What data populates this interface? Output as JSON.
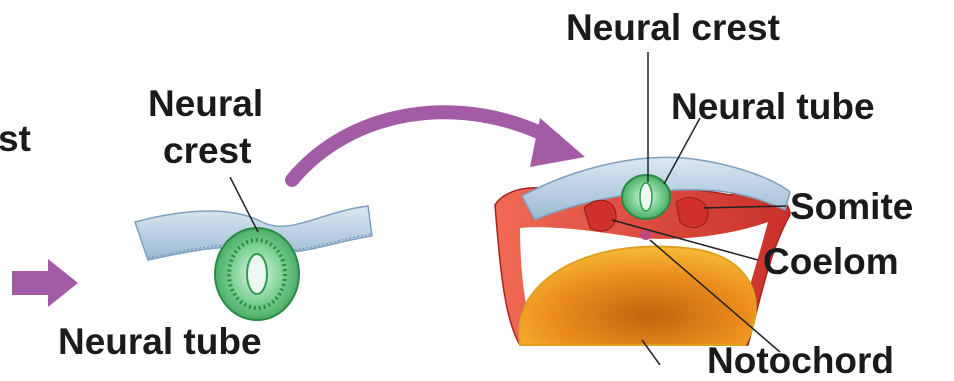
{
  "labels": {
    "left_partial": "st",
    "mid_crest_line1": "Neural",
    "mid_crest_line2": "crest",
    "mid_tube": "Neural tube",
    "right_crest": "Neural crest",
    "right_tube": "Neural tube",
    "somite": "Somite",
    "coelom": "Coelom",
    "notochord": "Notochord"
  },
  "colors": {
    "arrow": "#a35ba6",
    "ectoderm": "#a9c4da",
    "neural": "#3aa85a",
    "mesoderm": "#d8453a",
    "yolk": "#e98c1f"
  }
}
